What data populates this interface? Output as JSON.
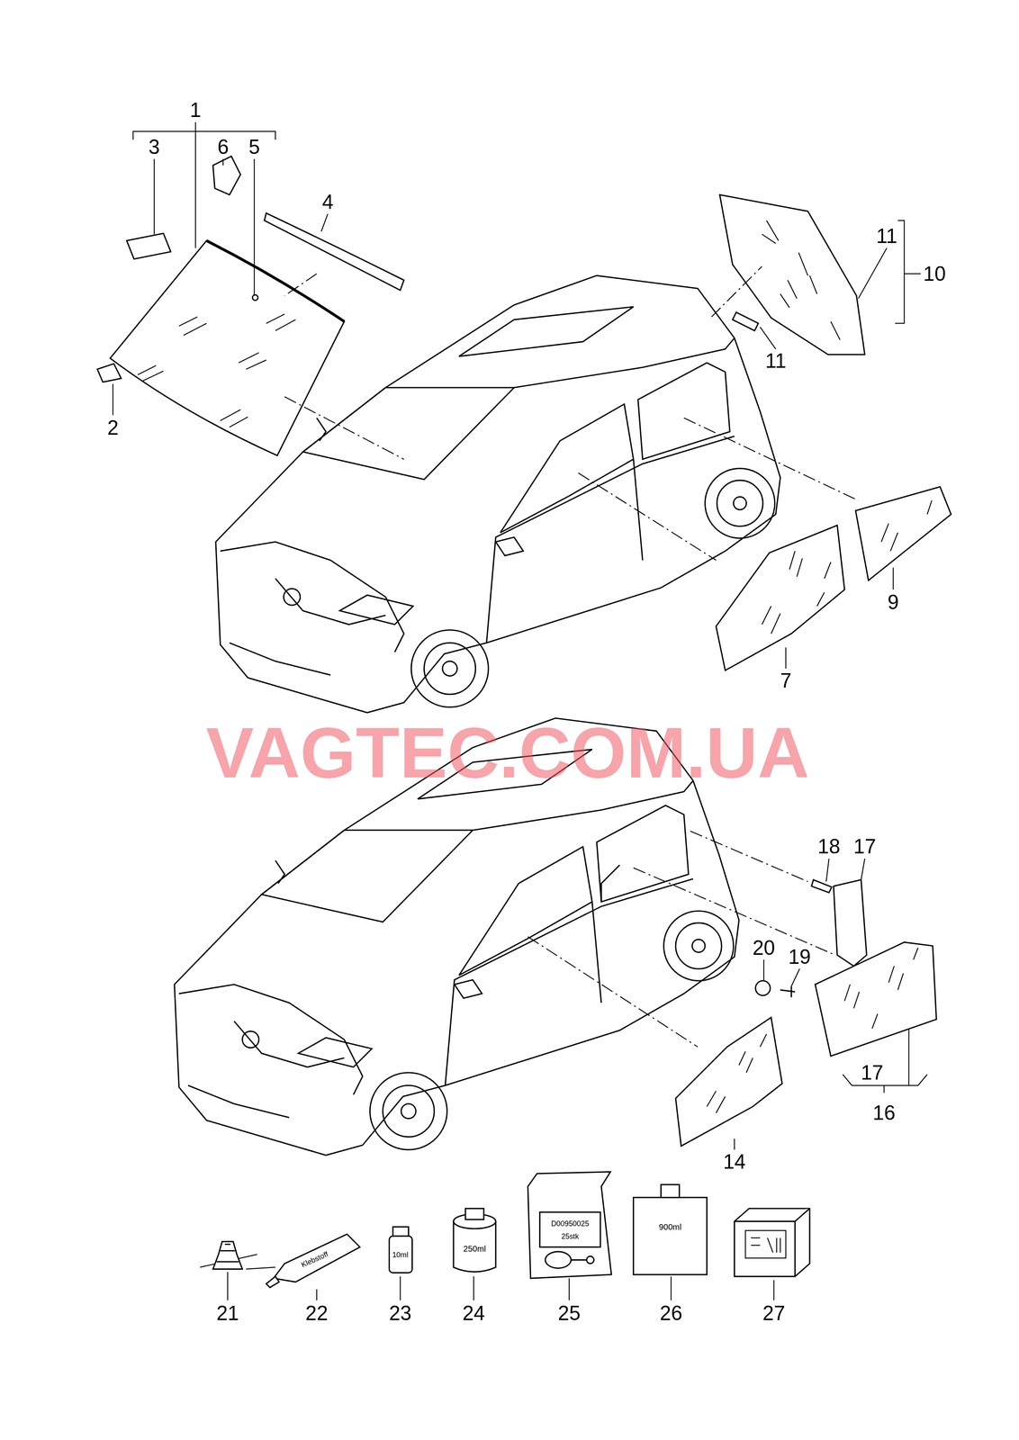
{
  "diagram": {
    "labels": [
      "1",
      "3",
      "6",
      "5",
      "4",
      "11",
      "10",
      "11",
      "2",
      "9",
      "7",
      "VAGTEC.COM.UA",
      "18",
      "17",
      "20",
      "19",
      "17",
      "16",
      "14",
      "21",
      "22",
      "23",
      "24",
      "25",
      "26",
      "27",
      "Klebstoff",
      "10ml",
      "250ml",
      "D00950025",
      "25stk",
      "900ml"
    ]
  }
}
